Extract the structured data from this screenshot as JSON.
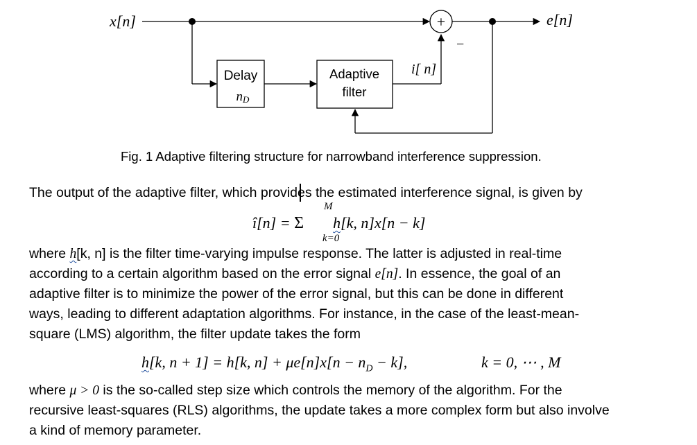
{
  "diagram": {
    "input_label": "x[n]",
    "output_label": "e[n]",
    "adder_symbol": "+",
    "minus_sign": "−",
    "feedback_label": "i[n]",
    "delay_block": {
      "title": "Delay",
      "param": "n_D"
    },
    "adaptive_block": {
      "line1": "Adaptive",
      "line2": "filter"
    }
  },
  "caption": "Fig. 1 Adaptive filtering structure for narrowband interference suppression.",
  "paragraph1": "The output of the adaptive filter, which provides the estimated interference signal, is given by",
  "equation1": {
    "lhs": "î[n] = ",
    "sum_upper": "M",
    "sum_lower": "k=0",
    "rhs_h": "h",
    "rhs_rest": "[k, n]x[n − k]"
  },
  "paragraph2": {
    "start": "where ",
    "h": "h",
    "after_h": "[k, n] is the filter time-varying impulse response. The latter is adjusted in real-time",
    "line2_a": "according to a certain algorithm based on the error signal ",
    "line2_e": "e[n]",
    "line2_b": ". In essence, the goal of an",
    "line3": "adaptive filter is to minimize the power of the error signal, but this can be done in different",
    "line4": "ways, leading to different adaptation algorithms. For instance, in the case of the least-mean-",
    "line5": "square (LMS) algorithm, the filter update takes the form"
  },
  "equation2": {
    "h": "h",
    "main": "[k, n + 1] = h[k, n] + μe[n]x[n − n",
    "sub": "D",
    "end": " − k],",
    "cond": "k = 0, ⋯ , M"
  },
  "paragraph3": {
    "line1_a": "where ",
    "line1_mu": "μ > 0",
    "line1_b": " is the so-called step size which controls the memory of the algorithm. For the",
    "line2": "recursive least-squares (RLS) algorithms, the update takes a more complex form but also involve",
    "line3": "a kind of memory parameter."
  }
}
